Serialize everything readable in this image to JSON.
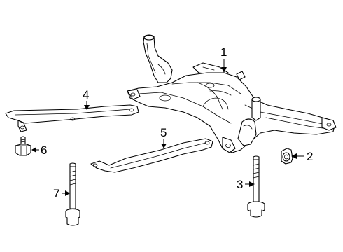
{
  "diagram": {
    "type": "exploded-parts-view",
    "callouts": [
      {
        "id": "1",
        "label": "1"
      },
      {
        "id": "2",
        "label": "2"
      },
      {
        "id": "3",
        "label": "3"
      },
      {
        "id": "4",
        "label": "4"
      },
      {
        "id": "5",
        "label": "5"
      },
      {
        "id": "6",
        "label": "6"
      },
      {
        "id": "7",
        "label": "7"
      }
    ]
  }
}
